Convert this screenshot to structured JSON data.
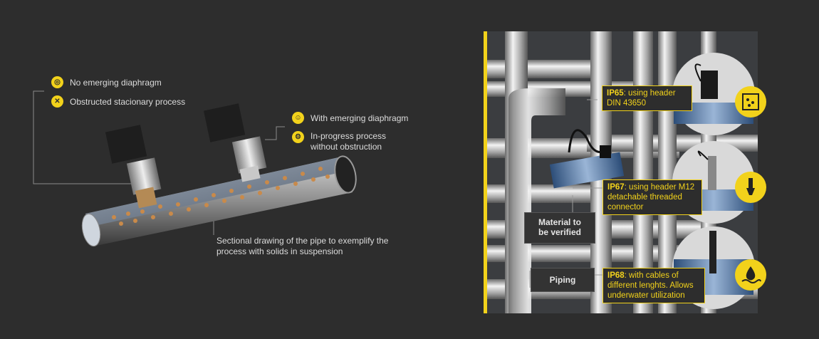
{
  "left": {
    "legend_top": [
      {
        "icon": "no-diaphragm-icon",
        "label": "No emerging diaphragm"
      },
      {
        "icon": "obstructed-icon",
        "label": "Obstructed stacionary process"
      }
    ],
    "legend_right": [
      {
        "icon": "emerging-diaphragm-icon",
        "label": "With emerging diaphragm"
      },
      {
        "icon": "gear-icon",
        "label_line1": "In-progress process",
        "label_line2": "without obstruction"
      }
    ],
    "pipe_caption": {
      "line1": "Sectional drawing of the pipe to exemplify the",
      "line2": "process with solids in suspension"
    }
  },
  "right": {
    "accent_color": "#f2d21b",
    "callouts": [
      {
        "code": "IP65",
        "text_line1": ": using header",
        "text_line2": "DIN 43650",
        "icon": "panel-icon"
      },
      {
        "code": "IP67",
        "text_line1": ": using header M12",
        "text_line2": "detachable threaded",
        "text_line3": "connector",
        "icon": "sensor-icon"
      },
      {
        "code": "IP68",
        "text_line1": ": with cables of",
        "text_line2": "different lenghts. Allows",
        "text_line3": "underwater utilization",
        "icon": "water-drop-icon"
      }
    ],
    "labels": {
      "material_line1": "Material to",
      "material_line2": "be verified",
      "piping": "Piping"
    }
  }
}
